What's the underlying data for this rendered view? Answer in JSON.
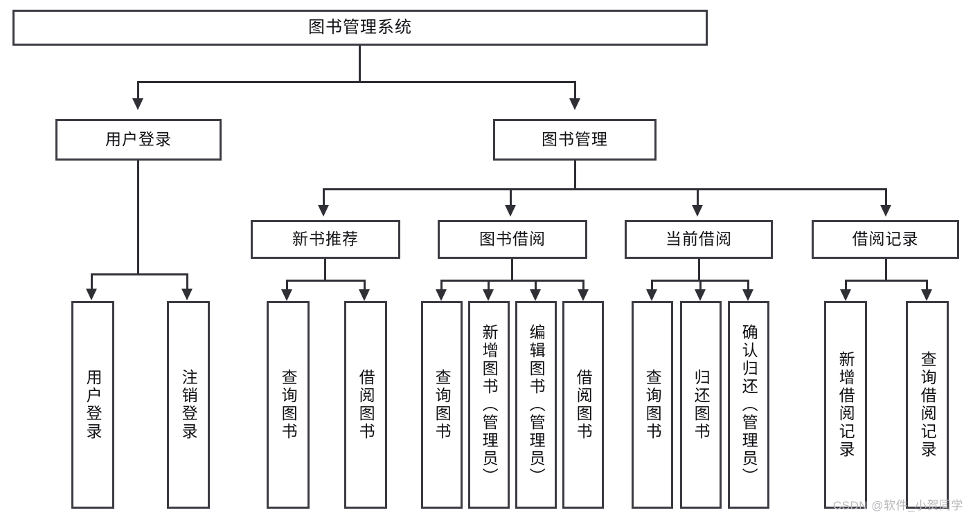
{
  "diagram": {
    "title": "图书管理系统",
    "type": "functional-structure-tree",
    "watermark": "CSDN @软件_小贺同学",
    "colors": {
      "background": "#ffffff",
      "border": "#3b3b43",
      "connector": "#2f2f36",
      "text": "#111115",
      "watermark": "#b9b9bd"
    },
    "root": {
      "label": "图书管理系统"
    },
    "level2": [
      {
        "label": "用户登录"
      },
      {
        "label": "图书管理"
      }
    ],
    "level3": [
      {
        "label": "新书推荐"
      },
      {
        "label": "图书借阅"
      },
      {
        "label": "当前借阅"
      },
      {
        "label": "借阅记录"
      }
    ],
    "leaves": {
      "user_login": [
        {
          "label": "用户登录"
        },
        {
          "label": "注销登录"
        }
      ],
      "new_book_recommend": [
        {
          "label": "查询图书"
        },
        {
          "label": "借阅图书"
        }
      ],
      "book_borrow": [
        {
          "label": "查询图书"
        },
        {
          "label": "新增图书（管理员）"
        },
        {
          "label": "编辑图书（管理员）"
        },
        {
          "label": "借阅图书"
        }
      ],
      "current_borrow": [
        {
          "label": "查询图书"
        },
        {
          "label": "归还图书"
        },
        {
          "label": "确认归还（管理员）"
        }
      ],
      "borrow_record": [
        {
          "label": "新增借阅记录"
        },
        {
          "label": "查询借阅记录"
        }
      ]
    }
  }
}
